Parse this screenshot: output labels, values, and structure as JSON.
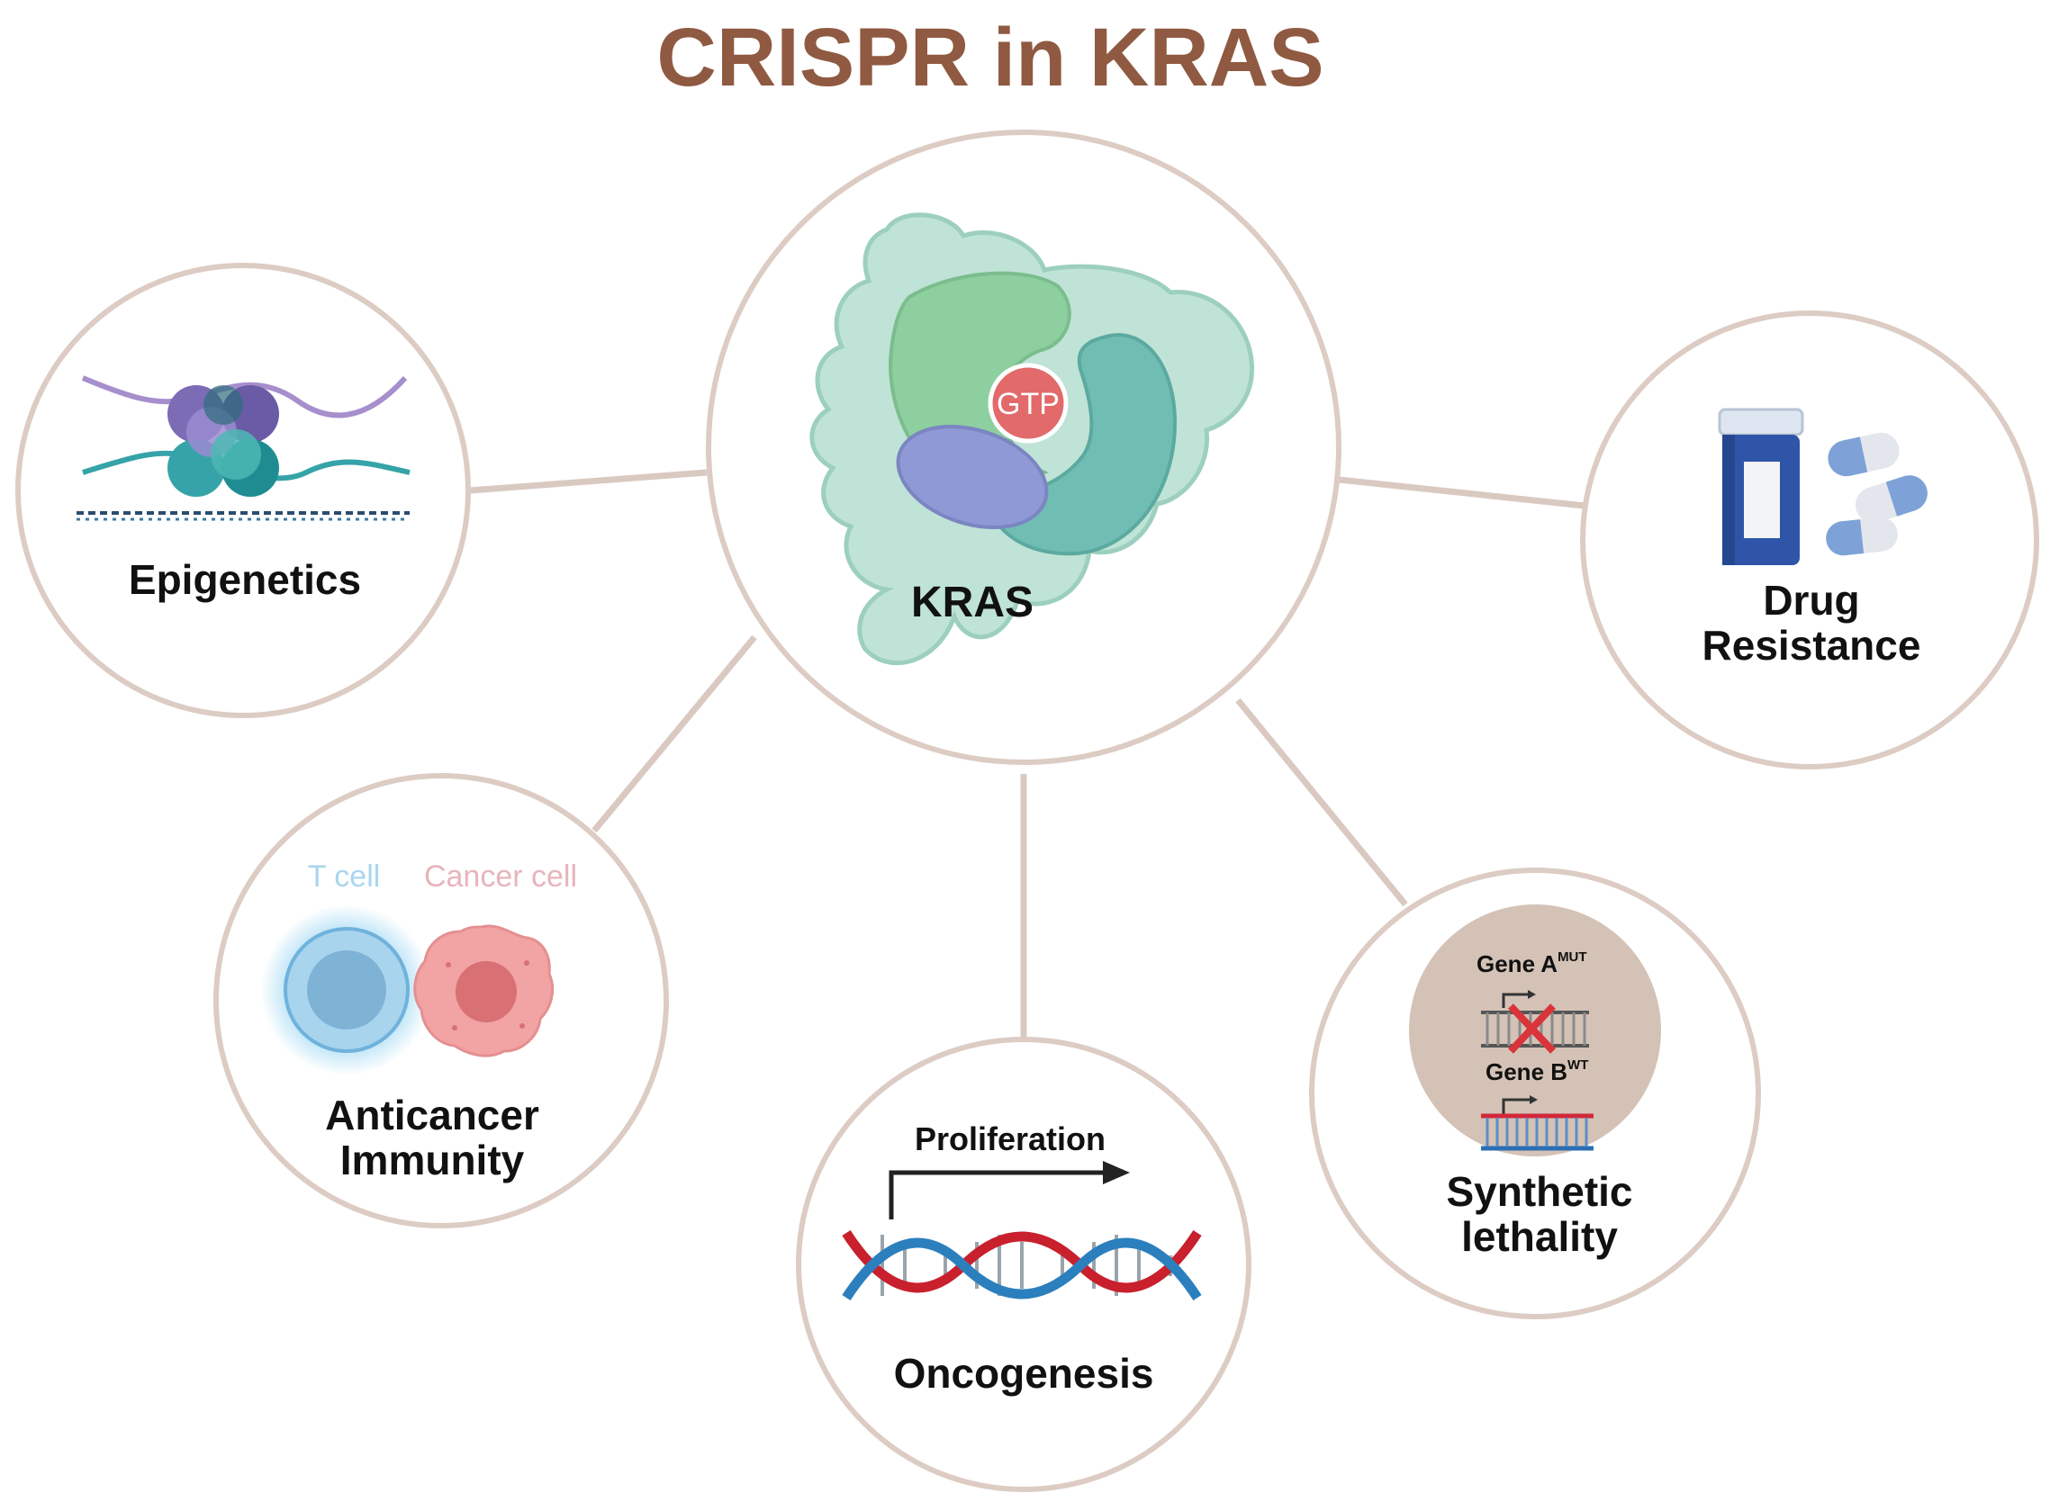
{
  "title": "CRISPR in KRAS",
  "colors": {
    "title": "#8f5a41",
    "circle_stroke": "#dcccc4",
    "connector": "#d9c9c1"
  },
  "center": {
    "label": "KRAS",
    "gtp_label": "GTP",
    "icon": "kras-protein-icon"
  },
  "nodes": {
    "epigenetics": {
      "label": "Epigenetics",
      "icon": "nucleosome-icon"
    },
    "drug_resistance": {
      "label_line1": "Drug",
      "label_line2": "Resistance",
      "icon": "pill-bottle-icon"
    },
    "anticancer_immunity": {
      "label_line1": "Anticancer",
      "label_line2": "Immunity",
      "t_cell_label": "T cell",
      "cancer_cell_label": "Cancer cell",
      "icon": "immune-synapse-icon"
    },
    "oncogenesis": {
      "label": "Oncogenesis",
      "proliferation_label": "Proliferation",
      "icon": "dna-helix-icon"
    },
    "synthetic_lethality": {
      "label_line1": "Synthetic",
      "label_line2": "lethality",
      "gene_a": "Gene A",
      "gene_a_sup": "MUT",
      "gene_b": "Gene B",
      "gene_b_sup": "WT",
      "icon": "gene-knockout-icon"
    }
  }
}
